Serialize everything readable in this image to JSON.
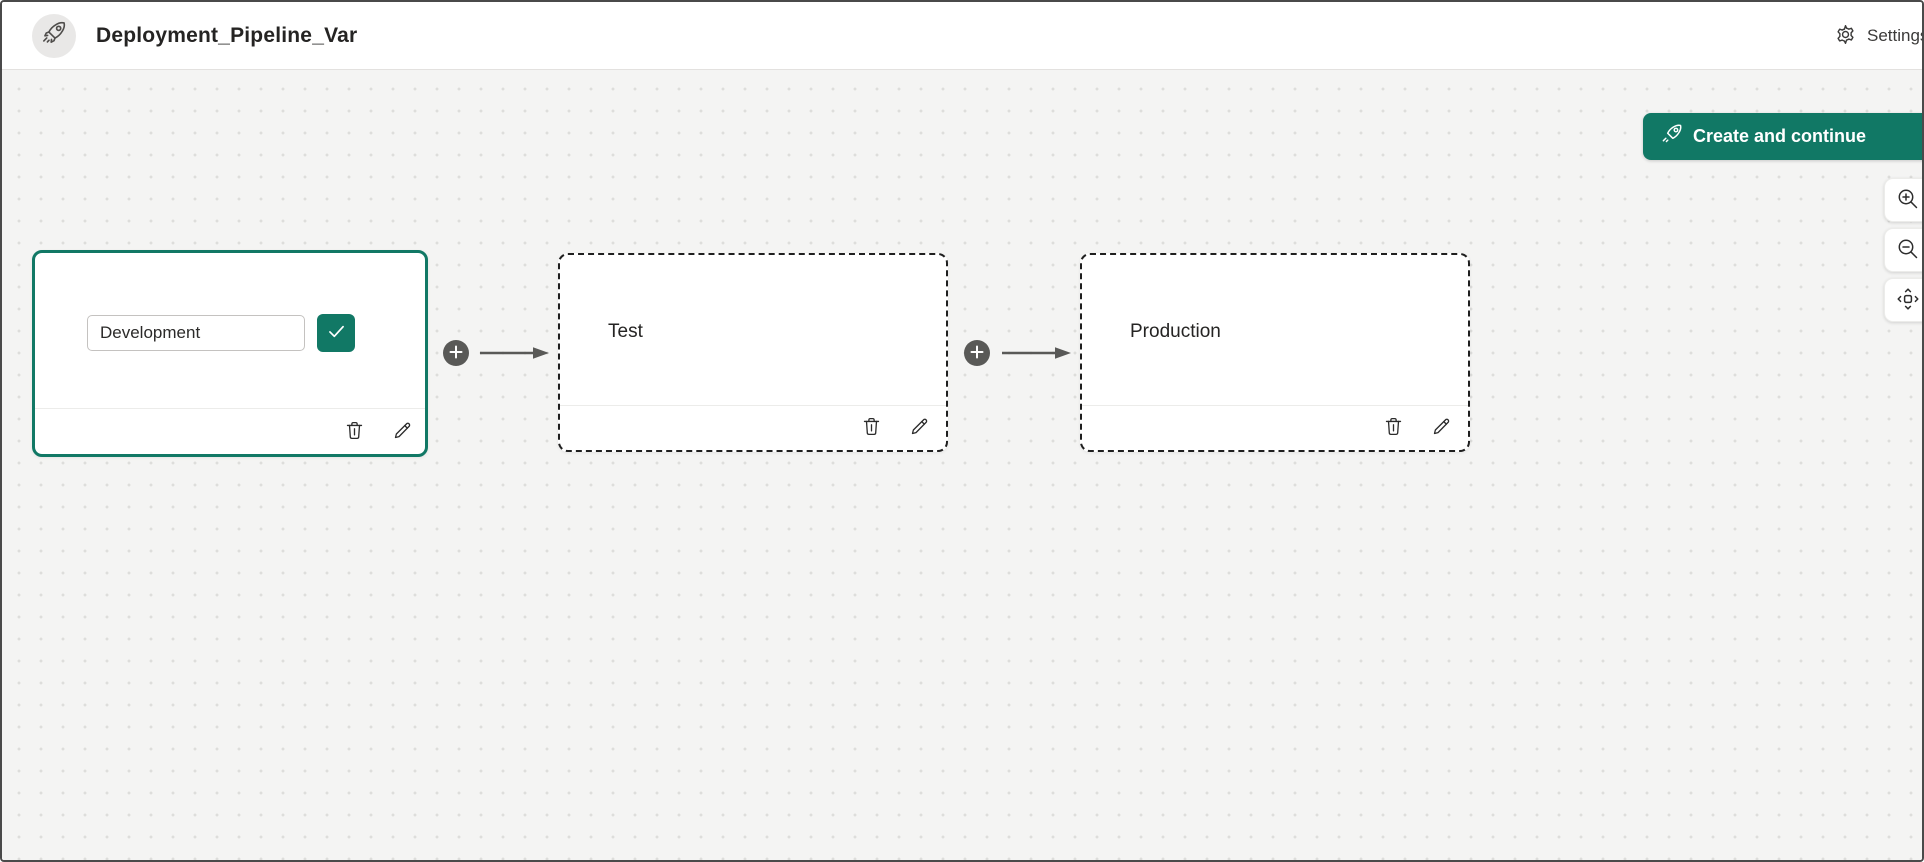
{
  "header": {
    "title": "Deployment_Pipeline_Var",
    "settings_label": "Settings"
  },
  "canvas": {
    "create_button_label": "Create and continue"
  },
  "stages": [
    {
      "id": "development",
      "state": "editing",
      "input_value": "Development"
    },
    {
      "id": "test",
      "state": "planned",
      "label": "Test"
    },
    {
      "id": "production",
      "state": "planned",
      "label": "Production"
    }
  ],
  "icons": {
    "header_avatar": "rocket-icon",
    "settings": "gear-icon",
    "create_button": "rocket-icon",
    "zoom_controls": [
      "zoom-in-icon",
      "zoom-out-icon",
      "fit-view-icon"
    ],
    "connector_add": "plus-icon",
    "connector": "arrow-right-icon",
    "stage_actions": [
      "trash-icon",
      "pencil-icon"
    ],
    "confirm_name": "check-icon"
  },
  "colors": {
    "primary": "#117865",
    "connector_gray": "#595957",
    "canvas_bg": "#f4f4f3",
    "dashed_border": "#1f1f1f"
  }
}
